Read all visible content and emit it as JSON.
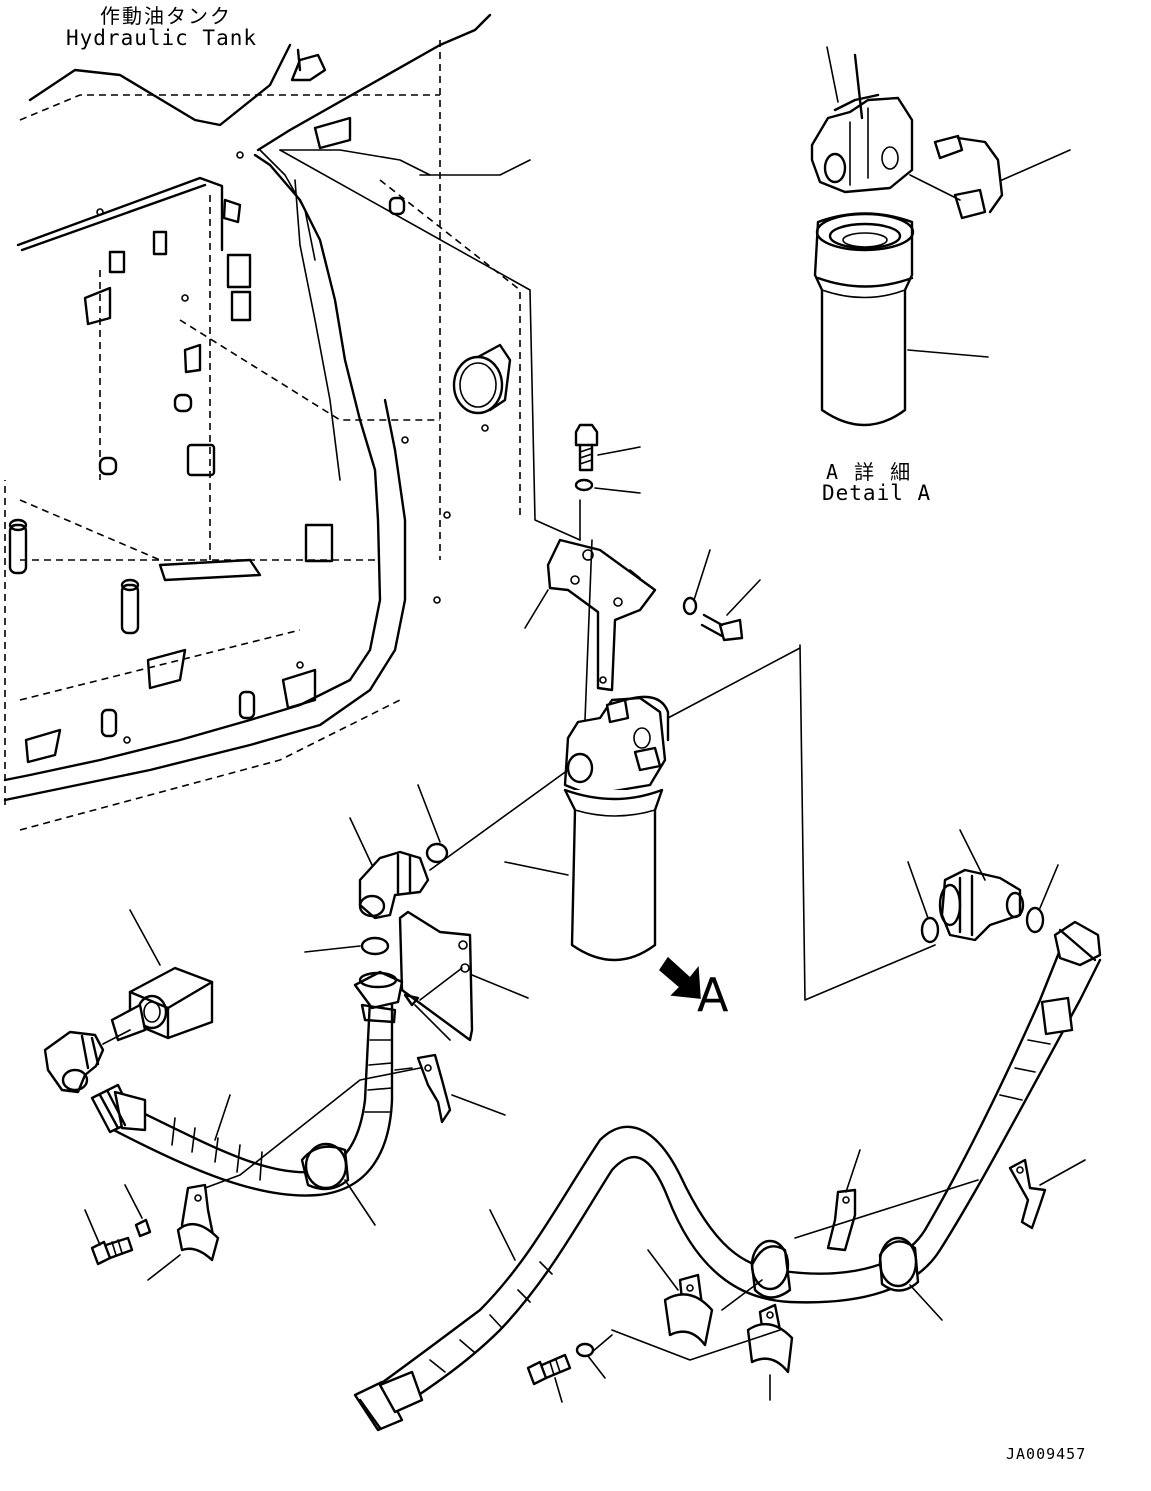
{
  "labels": {
    "tank_jp": "作動油タンク",
    "tank_en": "Hydraulic Tank",
    "detail_jp": "A 詳 細",
    "detail_en": "Detail A",
    "view_letter": "A",
    "drawing_number": "JA009457"
  }
}
